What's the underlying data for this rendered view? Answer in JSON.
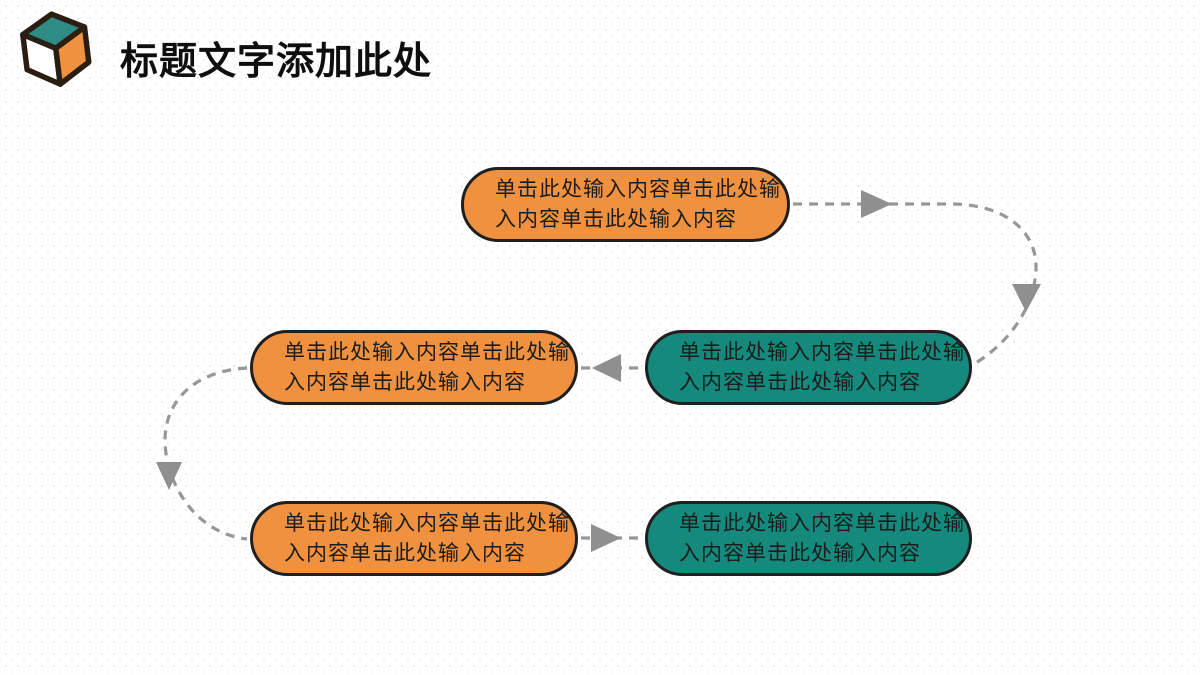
{
  "header": {
    "title": "标题文字添加此处"
  },
  "icon": {
    "name": "cube-logo",
    "top_color": "#2F8C84",
    "left_color": "#FFFFFF",
    "right_color": "#F09140",
    "outline_color": "#2A1E12"
  },
  "diagram": {
    "pills": [
      {
        "id": 1,
        "fill": "#F09140",
        "lines": [
          "单击此处输入内容单击此处输",
          "入内容单击此处输入内容"
        ]
      },
      {
        "id": 2,
        "fill": "#15897C",
        "lines": [
          "单击此处输入内容单击此处输",
          "入内容单击此处输入内容"
        ]
      },
      {
        "id": 3,
        "fill": "#F09140",
        "lines": [
          "单击此处输入内容单击此处输",
          "入内容单击此处输入内容"
        ]
      },
      {
        "id": 4,
        "fill": "#F09140",
        "lines": [
          "单击此处输入内容单击此处输",
          "入内容单击此处输入内容"
        ]
      },
      {
        "id": 5,
        "fill": "#15897C",
        "lines": [
          "单击此处输入内容单击此处输",
          "入内容单击此处输入内容"
        ]
      }
    ],
    "flow": [
      {
        "from": 1,
        "to": 2,
        "style": "dashed-curve-right-down"
      },
      {
        "from": 2,
        "to": 3,
        "style": "dashed-arrow-left"
      },
      {
        "from": 3,
        "to": 4,
        "style": "dashed-curve-left-down"
      },
      {
        "from": 4,
        "to": 5,
        "style": "dashed-arrow-right"
      }
    ],
    "connector_color": "#979797",
    "arrow_color": "#8f8f8f",
    "pill_border_color": "#1f1f1f"
  }
}
